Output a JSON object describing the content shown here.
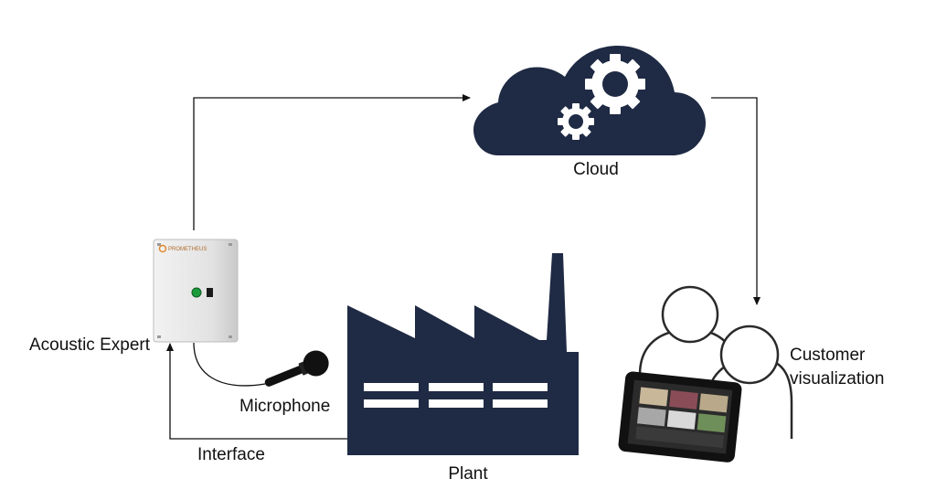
{
  "labels": {
    "cloud": "Cloud",
    "acoustic_expert": "Acoustic Expert",
    "microphone": "Microphone",
    "interface": "Interface",
    "plant": "Plant",
    "customer_line1": "Customer",
    "customer_line2": "visualization"
  },
  "device_brand": "PROMETHEUS",
  "colors": {
    "navy": "#1f2a44",
    "arrow": "#111111",
    "tile_colors": [
      "#c9b79a",
      "#8a4d57",
      "#b9a98a",
      "#a7a7a7",
      "#d9d9d9",
      "#6f8f5a"
    ]
  },
  "icons": [
    "cloud-icon",
    "gear-icon",
    "factory-icon",
    "device-box-icon",
    "microphone-icon",
    "people-icon",
    "tablet-icon"
  ]
}
